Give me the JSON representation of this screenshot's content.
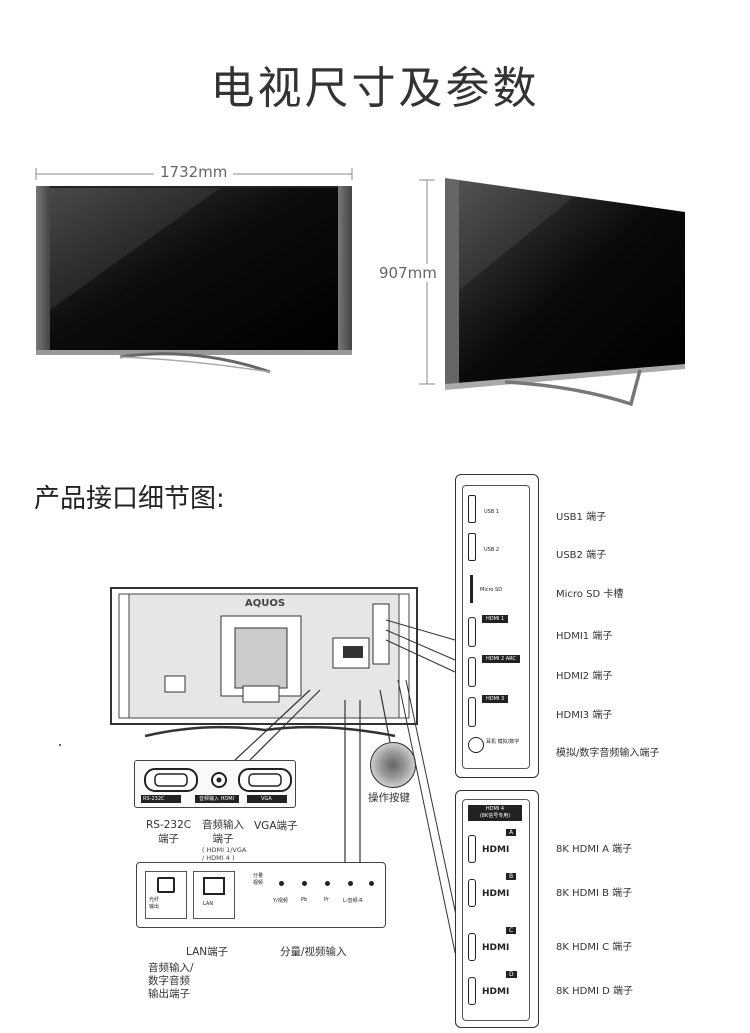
{
  "title": "电视尺寸及参数",
  "dimensions": {
    "width": "1732mm",
    "height": "907mm"
  },
  "section_title": "产品接口细节图:",
  "back_panel": {
    "brand": "AQUOS",
    "operation_button": "操作按键"
  },
  "left_box": {
    "tags": [
      "RS-232C",
      "音频输入 HDMI",
      "VGA"
    ],
    "rs232_label": "RS-232C\n端子",
    "audio_label": "音频输入\n端子",
    "audio_sub": "( HDMI 1/VGA\n/ HDMI 4 )",
    "vga_label": "VGA端子"
  },
  "lower_box": {
    "optical_label": "光纤\n输出",
    "lan_port_label": "LAN",
    "component_header": "分量\n视频",
    "jacks": [
      "Y/视频",
      "Pb",
      "Pr",
      "L-音频-R"
    ],
    "lan_label": "LAN端子",
    "component_label": "分量/视频输入",
    "audio_out_label": "音频输入/\n数字音频\n输出端子"
  },
  "side_panel": {
    "ports": [
      {
        "icon": "USB 1",
        "label": "USB1 端子"
      },
      {
        "icon": "USB 2",
        "label": "USB2 端子"
      },
      {
        "icon": "Micro SD",
        "label": "Micro SD 卡槽"
      },
      {
        "icon": "HDMI 1",
        "label": "HDMI1 端子"
      },
      {
        "icon": "HDMI 2 ARC",
        "label": "HDMI2 端子"
      },
      {
        "icon": "HDMI 3",
        "label": "HDMI3 端子"
      },
      {
        "icon": "耳机 模拟/数字",
        "label": "模拟/数字音频输入端子"
      }
    ]
  },
  "hdmi8k_panel": {
    "header": "HDMI 4\n(8K信号专用)",
    "ports": [
      {
        "letter": "A",
        "label": "8K HDMI A 端子"
      },
      {
        "letter": "B",
        "label": "8K HDMI B 端子"
      },
      {
        "letter": "C",
        "label": "8K HDMI C 端子"
      },
      {
        "letter": "D",
        "label": "8K HDMI D 端子"
      }
    ],
    "hdmi_logo": "HDMI"
  }
}
